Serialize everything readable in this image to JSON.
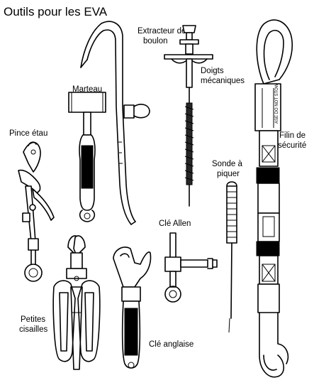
{
  "title": "Outils pour les EVA",
  "tools": {
    "extracteur": [
      "Extracteur de",
      "boulon"
    ],
    "doigts": [
      "Doigts",
      "mécaniques"
    ],
    "marteau": [
      "Marteau"
    ],
    "pince": [
      "Pince étau"
    ],
    "filin": [
      "Filin de",
      "sécurité"
    ],
    "sonde": [
      "Sonde à",
      "piquer"
    ],
    "cle_allen": [
      "Clé Allen"
    ],
    "cisailles": [
      "Petites",
      "cisailles"
    ],
    "cle_anglaise": [
      "Clé anglaise"
    ]
  },
  "tether_text": "ASE DO NOT STOW"
}
